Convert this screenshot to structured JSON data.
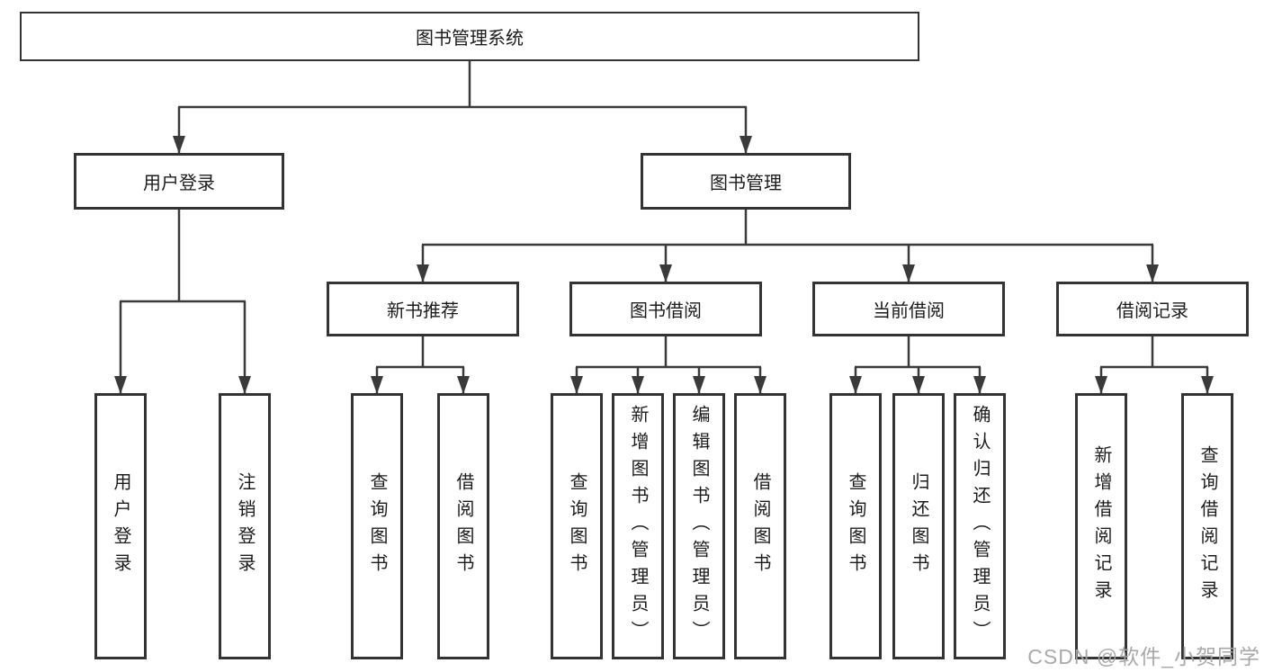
{
  "diagram_title": "图书管理系统",
  "nodes": {
    "root": "图书管理系统",
    "level2": {
      "user_login": "用户登录",
      "book_management": "图书管理"
    },
    "level3": {
      "new_book_recommend": "新书推荐",
      "book_borrowing": "图书借阅",
      "current_borrowing": "当前借阅",
      "borrowing_records": "借阅记录"
    },
    "leaves": [
      "用户登录",
      "注销登录",
      "查询图书",
      "借阅图书",
      "查询图书",
      "新增图书（管理员）",
      "编辑图书（管理员）",
      "借阅图书",
      "查询图书",
      "归还图书",
      "确认归还（管理员）",
      "新增借阅记录",
      "查询借阅记录"
    ]
  },
  "watermark": "CSDN @软件_小贺同学",
  "colors": {
    "line": "#3a3a3a",
    "box_border": "#333333",
    "text": "#1c1c1c",
    "background": "#ffffff",
    "watermark": "#a4a4a8"
  }
}
